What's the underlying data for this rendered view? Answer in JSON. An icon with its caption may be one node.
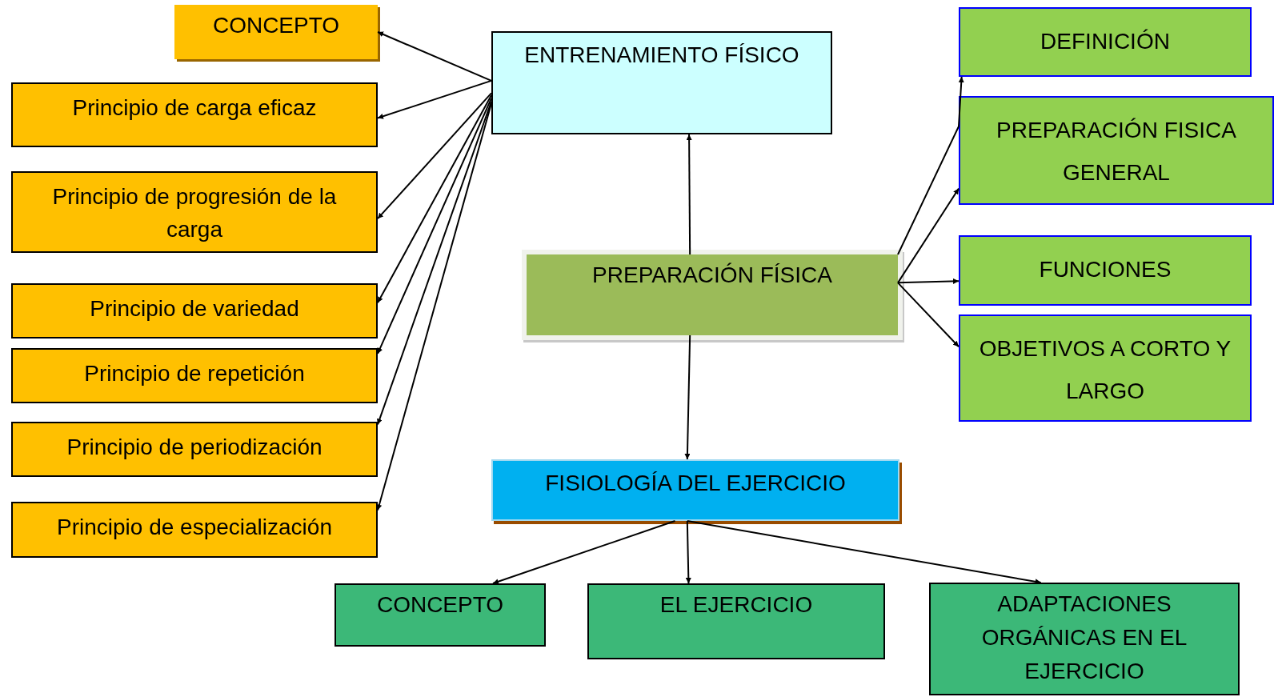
{
  "diagram": {
    "nodes": [
      {
        "text": [
          "ENTRENAMIENTO FÍSICO"
        ]
      },
      {
        "text": [
          "CONCEPTO"
        ]
      },
      {
        "text": [
          "Principio de carga eficaz"
        ]
      },
      {
        "text": [
          "Principio de progresión de la carga"
        ]
      },
      {
        "text": [
          "Principio de variedad"
        ]
      },
      {
        "text": [
          "Principio de repetición"
        ]
      },
      {
        "text": [
          "Principio de periodización"
        ]
      },
      {
        "text": [
          "Principio de especialización"
        ]
      },
      {
        "text": [
          "PREPARACIÓN FÍSICA"
        ]
      },
      {
        "text": [
          "DEFINICIÓN"
        ]
      },
      {
        "text": [
          "PREPARACIÓN FISICA GENERAL"
        ]
      },
      {
        "text": [
          "FUNCIONES"
        ]
      },
      {
        "text": [
          "OBJETIVOS A CORTO Y LARGO"
        ]
      },
      {
        "text": [
          "FISIOLOGÍA DEL EJERCICIO"
        ]
      },
      {
        "text": [
          "CONCEPTO"
        ]
      },
      {
        "text": [
          "EL EJERCICIO"
        ]
      },
      {
        "text": [
          "ADAPTACIONES ORGÁNICAS EN EL EJERCICIO"
        ]
      }
    ],
    "edges": [
      {
        "from": 0,
        "to": 1,
        "arrow": "to"
      },
      {
        "from": 0,
        "to": 2,
        "arrow": "to"
      },
      {
        "from": 0,
        "to": 3,
        "arrow": "to"
      },
      {
        "from": 0,
        "to": 4,
        "arrow": "to"
      },
      {
        "from": 0,
        "to": 5,
        "arrow": "to"
      },
      {
        "from": 0,
        "to": 6,
        "arrow": "to"
      },
      {
        "from": 0,
        "to": 7,
        "arrow": "to"
      },
      {
        "from": 8,
        "to": 0,
        "arrow": "to"
      },
      {
        "from": 8,
        "to": 13,
        "arrow": "to"
      },
      {
        "from": 8,
        "to": 9,
        "arrow": "to"
      },
      {
        "from": 8,
        "to": 10,
        "arrow": "to"
      },
      {
        "from": 8,
        "to": 11,
        "arrow": "to"
      },
      {
        "from": 8,
        "to": 12,
        "arrow": "to"
      },
      {
        "from": 13,
        "to": 14,
        "arrow": "to"
      },
      {
        "from": 13,
        "to": 15,
        "arrow": "to"
      },
      {
        "from": 13,
        "to": 16,
        "arrow": "to"
      }
    ]
  }
}
